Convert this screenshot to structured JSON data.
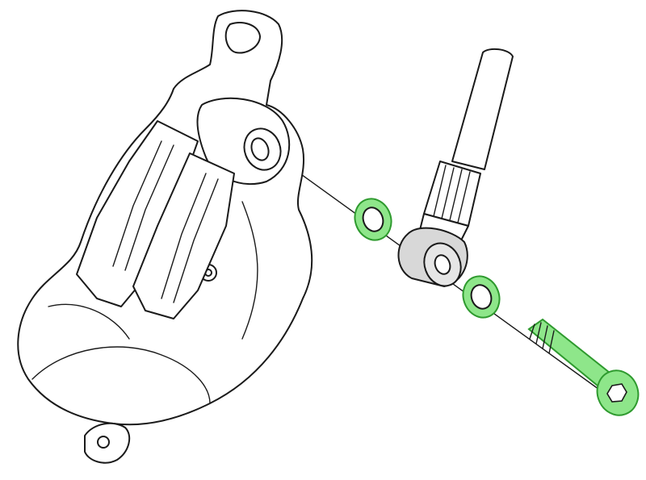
{
  "colors": {
    "line": "#1a1a1a",
    "highlight": "#8ee68a",
    "highlight_stroke": "#2e9a2e",
    "banjo_fill": "#d8d8d8",
    "background": "#ffffff"
  },
  "parts": {
    "highlighted": [
      "washer-upper",
      "washer-lower",
      "banjo-bolt"
    ],
    "icons": [
      "brake-caliper",
      "brake-pads",
      "brake-hose",
      "banjo-fitting",
      "assembly-axis-line"
    ]
  }
}
